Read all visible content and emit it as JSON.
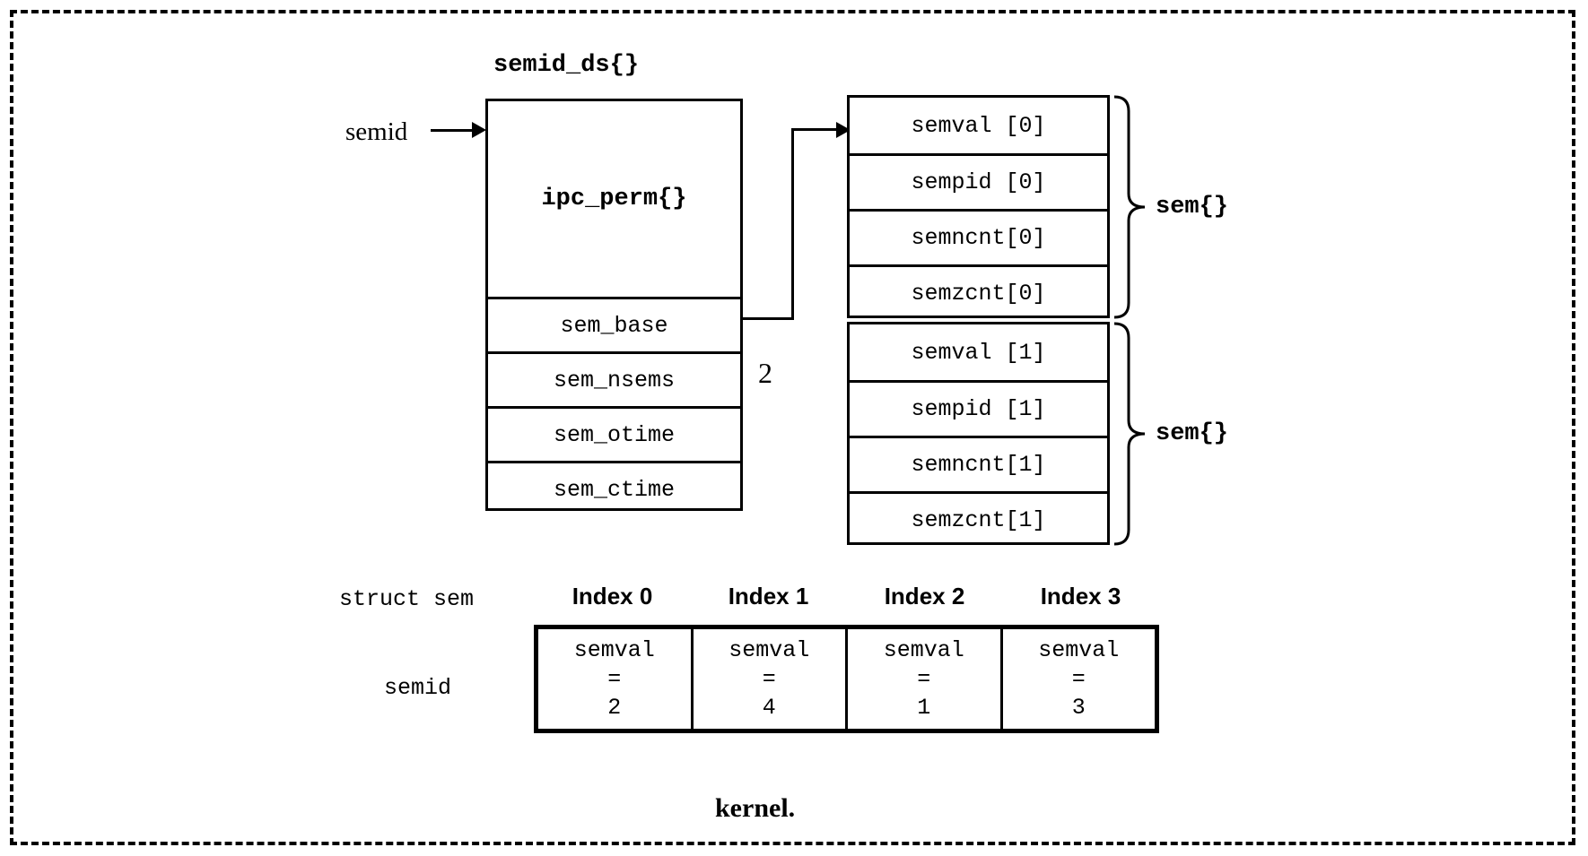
{
  "diagram": {
    "kernel_label": "kernel.",
    "struct": {
      "title": "semid_ds{}",
      "pointer_label": "semid",
      "header_field": "ipc_perm{}",
      "fields": [
        "sem_base",
        "sem_nsems",
        "sem_otime",
        "sem_ctime"
      ],
      "nsems_value": "2"
    },
    "sem_arrays": [
      {
        "brace_label": "sem{}",
        "cells": [
          "semval [0]",
          "sempid [0]",
          "semncnt[0]",
          "semzcnt[0]"
        ]
      },
      {
        "brace_label": "sem{}",
        "cells": [
          "semval [1]",
          "sempid [1]",
          "semncnt[1]",
          "semzcnt[1]"
        ]
      }
    ],
    "index_table": {
      "row_label_top": "struct sem",
      "row_label_bottom": "semid",
      "headers": [
        "Index 0",
        "Index 1",
        "Index 2",
        "Index 3"
      ],
      "cells": [
        {
          "name": "semval",
          "eq": "=",
          "value": "2"
        },
        {
          "name": "semval",
          "eq": "=",
          "value": "4"
        },
        {
          "name": "semval",
          "eq": "=",
          "value": "1"
        },
        {
          "name": "semval",
          "eq": "=",
          "value": "3"
        }
      ]
    },
    "colors": {
      "stroke": "#000000",
      "background": "#ffffff"
    }
  }
}
